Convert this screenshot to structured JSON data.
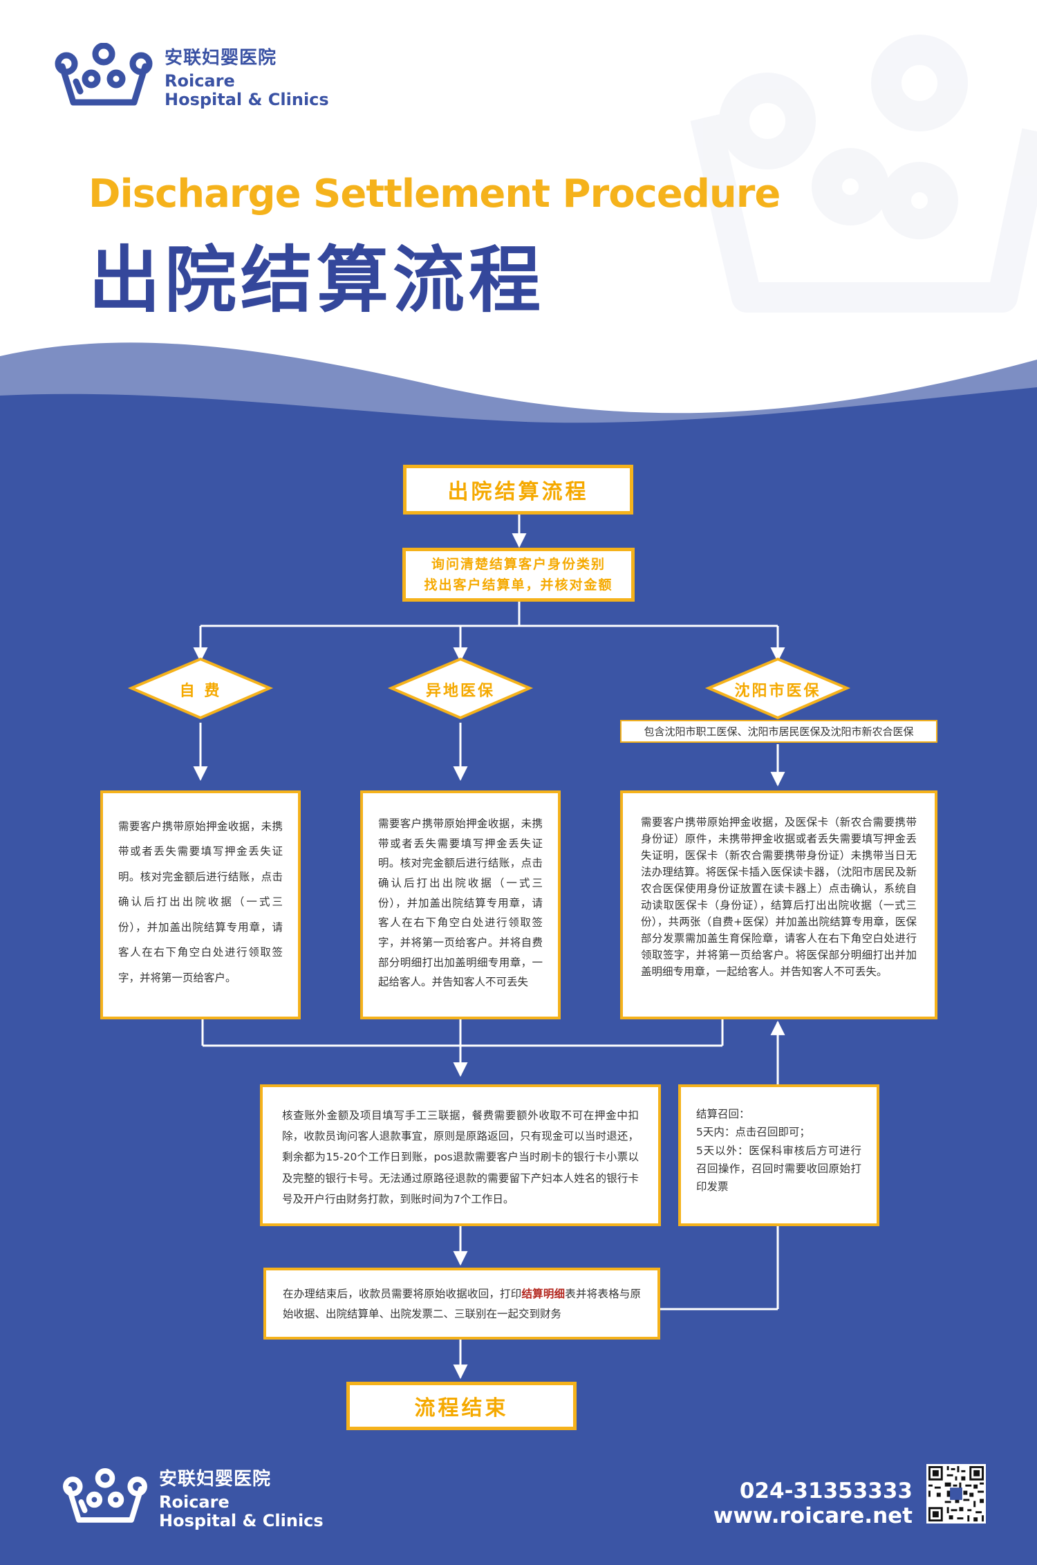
{
  "header": {
    "name_cn": "安联妇婴医院",
    "name_en_line1": "Roicare",
    "name_en_line2": "Hospital & Clinics"
  },
  "title": {
    "en": "Discharge Settlement Procedure",
    "cn": "出院结算流程"
  },
  "flow": {
    "start_label": "出院结算流程",
    "step1_line1": "询问清楚结算客户身份类别",
    "step1_line2": "找出客户结算单，并核对金额",
    "branch_self_pay": "自 费",
    "branch_out_of_town": "异地医保",
    "branch_shenyang": "沈阳市医保",
    "shenyang_note": "包含沈阳市职工医保、沈阳市居民医保及沈阳市新农合医保",
    "self_pay_text": "需要客户携带原始押金收据，未携带或者丢失需要填写押金丢失证明。核对完金额后进行结账，点击确认后打出出院收据（一式三份），并加盖出院结算专用章，请客人在右下角空白处进行领取签字，并将第一页给客户。",
    "out_of_town_text": "需要客户携带原始押金收据，未携带或者丢失需要填写押金丢失证明。核对完金额后进行结账，点击确认后打出出院收据（一式三份），并加盖出院结算专用章，请客人在右下角空白处进行领取签字，并将第一页给客户。并将自费部分明细打出加盖明细专用章，一起给客人。并告知客人不可丢失",
    "shenyang_text": "需要客户携带原始押金收据，及医保卡（新农合需要携带身份证）原件，未携带押金收据或者丢失需要填写押金丢失证明，医保卡（新农合需要携带身份证）未携带当日无法办理结算。将医保卡插入医保读卡器，（沈阳市居民及新农合医保使用身份证放置在读卡器上）点击确认，系统自动读取医保卡（身份证），结算后打出出院收据（一式三份），共两张（自费+医保）并加盖出院结算专用章，医保部分发票需加盖生育保险章，请客人在右下角空白处进行领取签字，并将第一页给客户。将医保部分明细打出并加盖明细专用章，一起给客人。并告知客人不可丢失。",
    "refund_text": "核查账外金额及项目填写手工三联据，餐费需要额外收取不可在押金中扣除，收款员询问客人退款事宜，原则是原路返回，只有现金可以当时退还，剩余都为15-20个工作日到账，pos退款需要客户当时刷卡的银行卡小票以及完整的银行卡号。无法通过原路径退款的需要留下产妇本人姓名的银行卡号及开户行由财务打款，到账时间为7个工作日。",
    "recall_title": "结算召回：",
    "recall_line1": "5天内：点击召回即可；",
    "recall_line2": "5天以外：医保科审核后方可进行召回操作，召回时需要收回原始打印发票",
    "final_text_pre": "在办理结束后，收款员需要将原始收据收回，打印",
    "final_text_highlight": "结算明细",
    "final_text_post": "表并将表格与原始收据、出院结算单、出院发票二、三联别在一起交到财务",
    "end_label": "流程结束"
  },
  "footer": {
    "name_cn": "安联妇婴医院",
    "name_en_line1": "Roicare",
    "name_en_line2": "Hospital & Clinics",
    "phone": "024-31353333",
    "website": "www.roicare.net"
  },
  "colors": {
    "brand_blue": "#3b55a5",
    "accent_yellow": "#f5b21b",
    "highlight_red": "#b3261e"
  }
}
